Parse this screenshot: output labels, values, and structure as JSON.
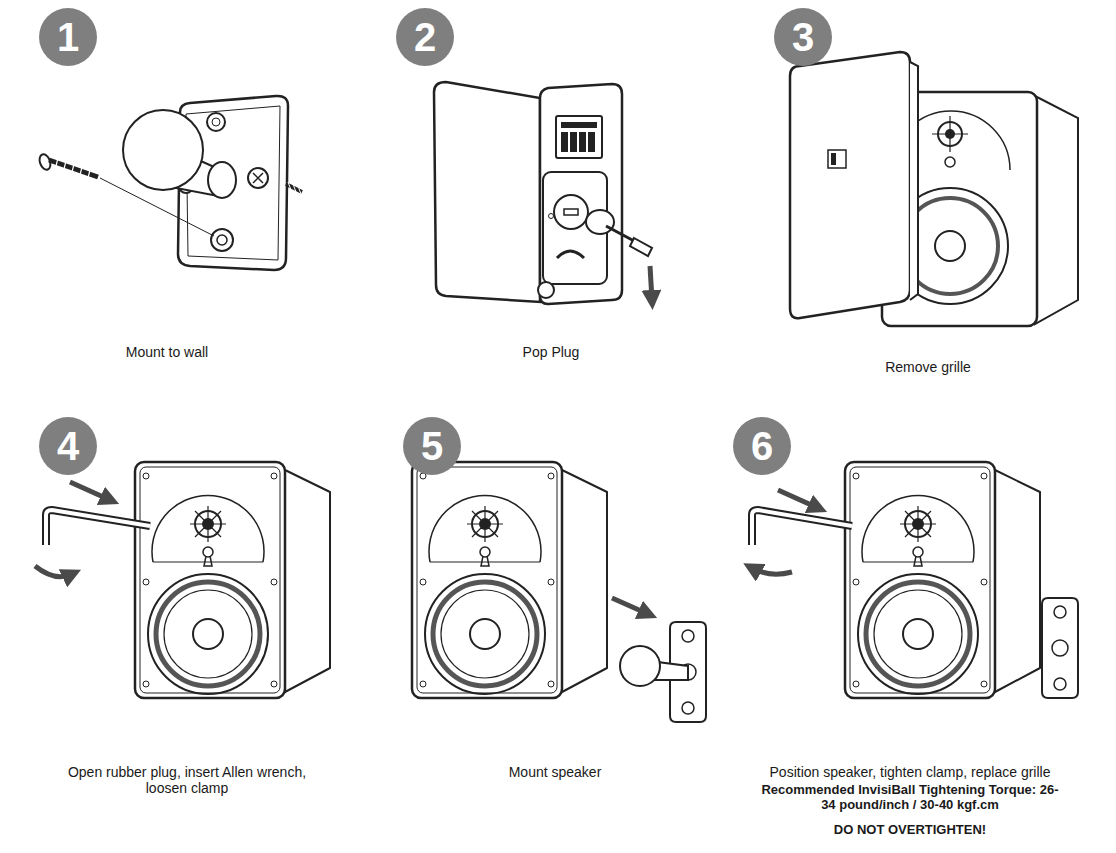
{
  "diagram": {
    "nodes": [
      {
        "text": [
          "1"
        ]
      },
      {
        "text": [
          "2"
        ]
      },
      {
        "text": [
          "3"
        ]
      },
      {
        "text": [
          "4"
        ]
      },
      {
        "text": [
          "5"
        ]
      },
      {
        "text": [
          "6"
        ]
      }
    ],
    "labels": [
      "Mount to wall",
      "Pop Plug",
      "Remove grille",
      "Open rubber plug, insert Allen wrench, loosen clamp",
      "Mount speaker",
      "Position speaker, tighten clamp, replace grille",
      "Recommended InvisiBall Tightening Torque: 26-34 pound/inch / 30-40 kgf.cm",
      "DO NOT OVERTIGHTEN!"
    ]
  }
}
